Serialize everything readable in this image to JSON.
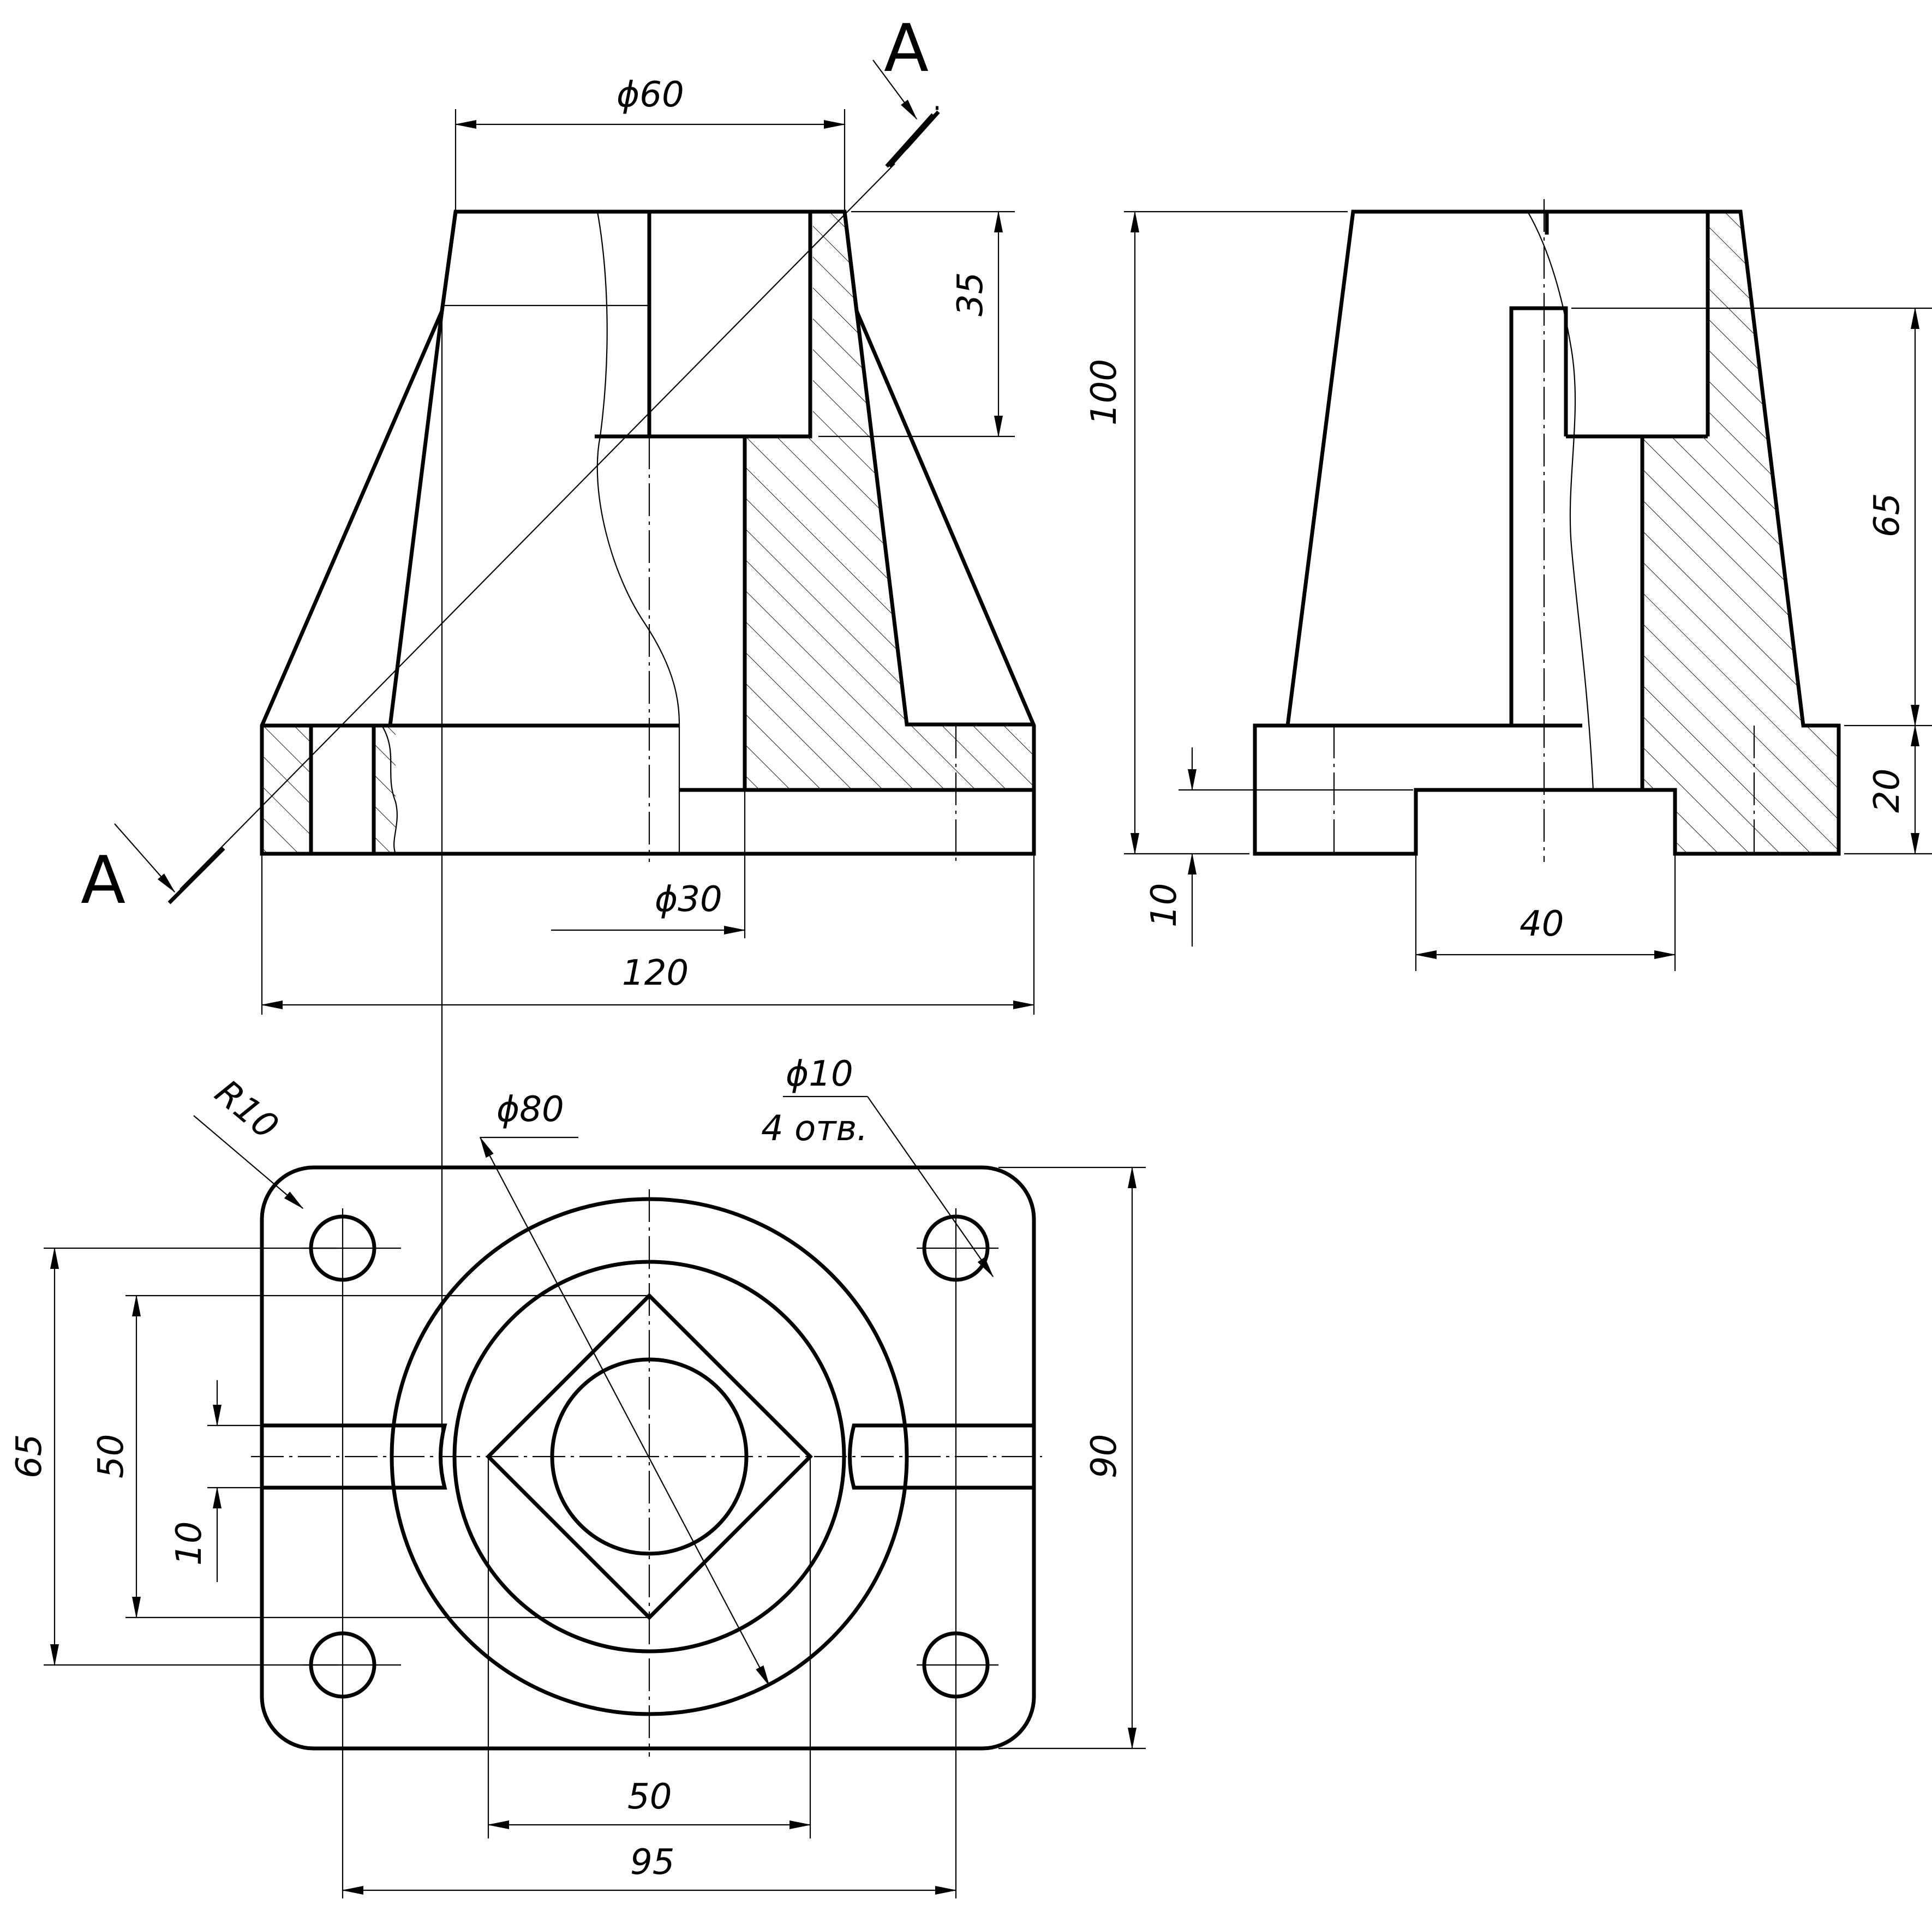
{
  "section_label": "A",
  "front_view": {
    "dim_top_diameter": "ϕ60",
    "dim_depth": "35",
    "dim_hole_diameter": "ϕ30",
    "dim_width": "120"
  },
  "side_view": {
    "dim_height": "100",
    "dim_inner_height": "65",
    "dim_base_thickness": "20",
    "dim_groove_depth": "10",
    "dim_groove_width": "40"
  },
  "top_view": {
    "dim_corner_radius": "R10",
    "dim_boss_diameter": "ϕ80",
    "dim_small_hole_diameter": "ϕ10",
    "dim_hole_count": "4 отв.",
    "dim_hole_spacing_v": "65",
    "dim_square_v": "50",
    "dim_slot_width": "10",
    "dim_height": "90",
    "dim_square_h": "50",
    "dim_hole_spacing_h": "95"
  }
}
